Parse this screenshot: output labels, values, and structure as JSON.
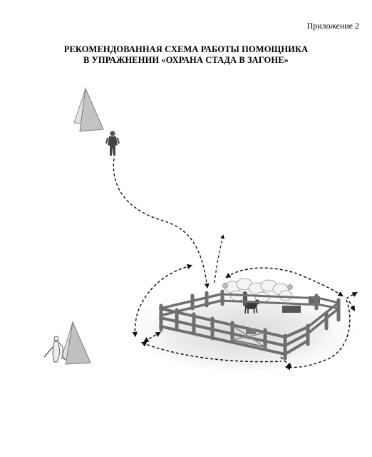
{
  "header": {
    "appendix_label": "Приложение 2"
  },
  "title": {
    "line1": "РЕКОМЕНДОВАННАЯ СХЕМА РАБОТЫ ПОМОЩНИКА",
    "line2": "В УПРАЖНЕНИИ «ОХРАНА СТАДА В ЗАГОНЕ»"
  },
  "colors": {
    "marker_light": "#e0e0e0",
    "marker_dark": "#b9b9b9",
    "marker_stroke": "#7a7a7a",
    "path": "#111111",
    "fence": "#6f6f6f"
  }
}
